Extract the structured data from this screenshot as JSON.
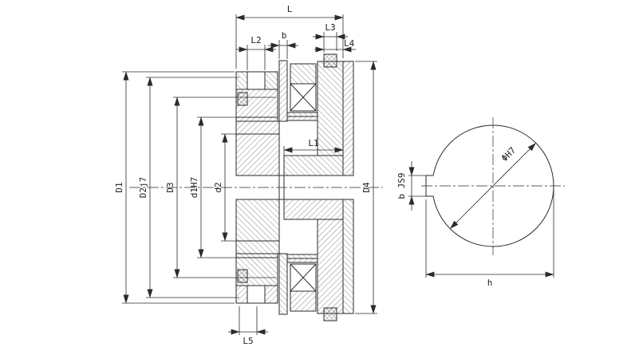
{
  "drawing": {
    "background": "#ffffff",
    "line_color": "#2b2b2b",
    "labels": {
      "L": "L",
      "L1": "L1",
      "L2": "L2",
      "L3": "L3",
      "L4": "L4",
      "L5": "L5",
      "b": "b",
      "D1": "D1",
      "D2": "D2j7",
      "D3": "D3",
      "d1": "d1H7",
      "d2": "d2",
      "D4": "D4",
      "bore": "ΦH7",
      "key_width": "b JS9",
      "key_height": "h"
    }
  }
}
